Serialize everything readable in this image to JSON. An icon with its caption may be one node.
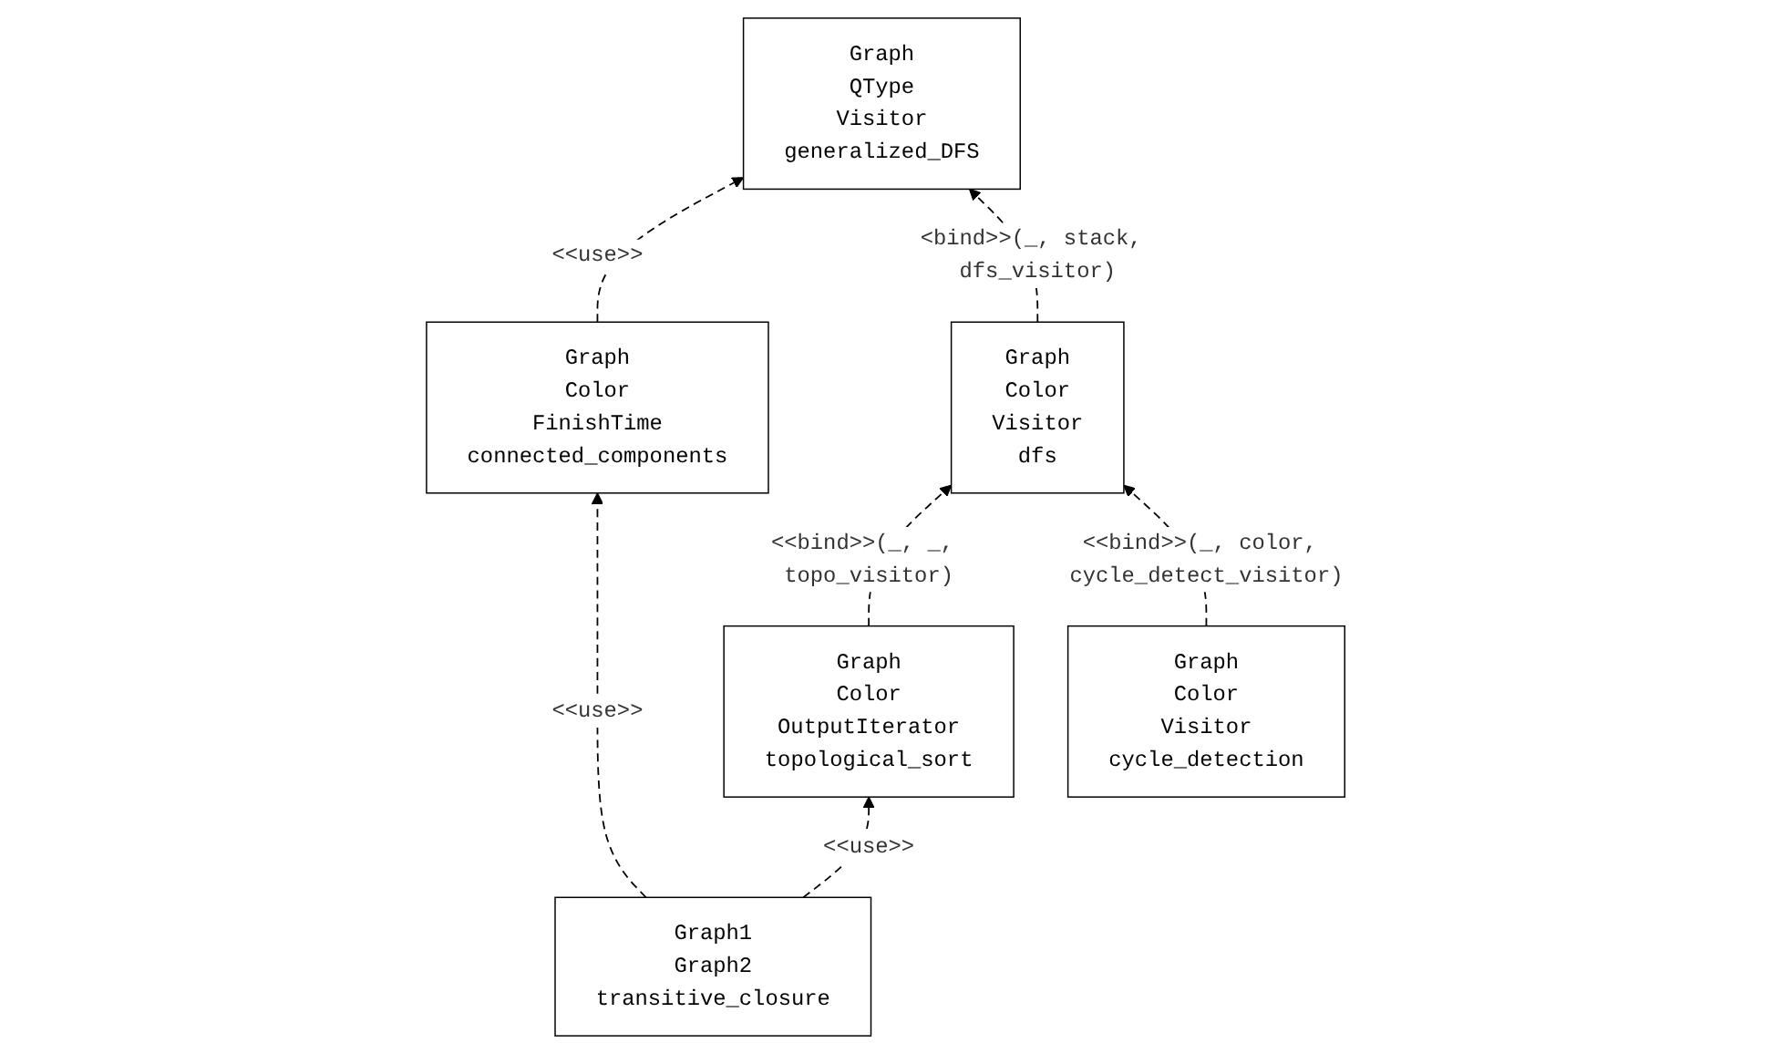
{
  "diagram": {
    "nodes": [
      {
        "text": [
          "Graph",
          "QType",
          "Visitor",
          "generalized_DFS"
        ]
      },
      {
        "text": [
          "Graph",
          "Color",
          "FinishTime",
          "connected_components"
        ]
      },
      {
        "text": [
          "Graph",
          "Color",
          "Visitor",
          "dfs"
        ]
      },
      {
        "text": [
          "Graph",
          "Color",
          "OutputIterator",
          "topological_sort"
        ]
      },
      {
        "text": [
          "Graph1",
          "Graph2",
          "transitive_closure"
        ]
      },
      {
        "text": [
          "Graph",
          "Color",
          "Visitor",
          "cycle_detection"
        ]
      }
    ],
    "edges": [
      {
        "from": 1,
        "to": 0,
        "arrow": "to",
        "style": "dashed",
        "label": "<<use>>"
      },
      {
        "from": 2,
        "to": 0,
        "arrow": "to",
        "style": "dashed",
        "label": "<bind>>(_, stack, dfs_visitor)"
      },
      {
        "from": 4,
        "to": 1,
        "arrow": "to",
        "style": "dashed",
        "label": "<<use>>"
      },
      {
        "from": 3,
        "to": 2,
        "arrow": "to",
        "style": "dashed",
        "label": "<<bind>>(_, _, topo_visitor)"
      },
      {
        "from": 4,
        "to": 3,
        "arrow": "to",
        "style": "dashed",
        "label": "<<use>>"
      },
      {
        "from": 5,
        "to": 2,
        "arrow": "to",
        "style": "dashed",
        "label": "<<bind>>(_, color, cycle_detect_visitor)"
      }
    ]
  }
}
